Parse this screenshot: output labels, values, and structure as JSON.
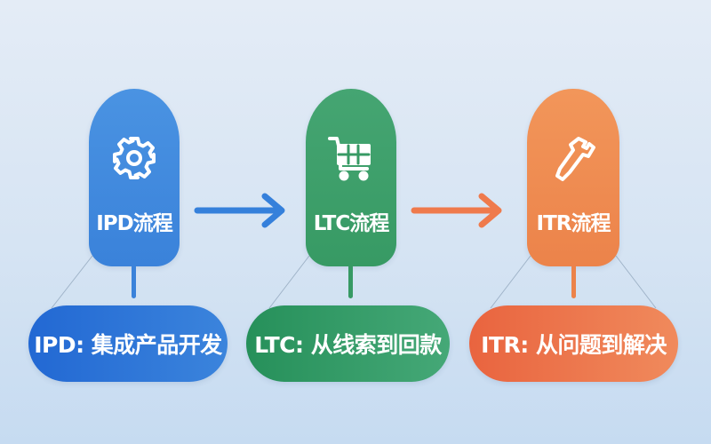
{
  "colors": {
    "ipd": "#3b86dc",
    "ipd_pill": "#2d74d6",
    "ltc": "#3a9d68",
    "ltc_pill": "#2f9261",
    "itr": "#ef8a4e",
    "itr_pill": "#ec7048",
    "arrow_blue": "#3580db",
    "arrow_orange": "#ef7a4c"
  },
  "nodes": [
    {
      "id": "ipd",
      "label": "IPD流程",
      "icon": "gear-icon"
    },
    {
      "id": "ltc",
      "label": "LTC流程",
      "icon": "shopping-cart-icon"
    },
    {
      "id": "itr",
      "label": "ITR流程",
      "icon": "wrench-icon"
    }
  ],
  "pills": [
    {
      "id": "ipd",
      "label": "IPD: 集成产品开发"
    },
    {
      "id": "ltc",
      "label": "LTC: 从线索到回款"
    },
    {
      "id": "itr",
      "label": "ITR: 从问题到解决"
    }
  ],
  "arrows": [
    {
      "from": "ipd",
      "to": "ltc",
      "color": "blue"
    },
    {
      "from": "ltc",
      "to": "itr",
      "color": "orange"
    }
  ]
}
